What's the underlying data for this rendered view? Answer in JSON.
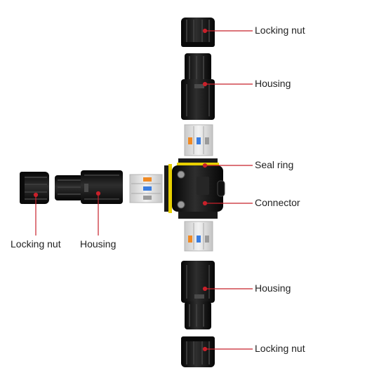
{
  "labels": {
    "locking_nut_top": "Locking nut",
    "housing_top": "Housing",
    "seal_ring": "Seal ring",
    "connector": "Connector",
    "locking_nut_left": "Locking nut",
    "housing_left": "Housing",
    "housing_bottom": "Housing",
    "locking_nut_bottom": "Locking nut"
  },
  "colors": {
    "leader_line": "#c8202a",
    "dot": "#c8202a",
    "plastic": "#161616",
    "seal": "#e8d000",
    "terminal_body": "#dcdcdc",
    "lever_orange": "#f08a24",
    "lever_blue": "#3a7de0",
    "lever_gray": "#9a9a9a"
  }
}
